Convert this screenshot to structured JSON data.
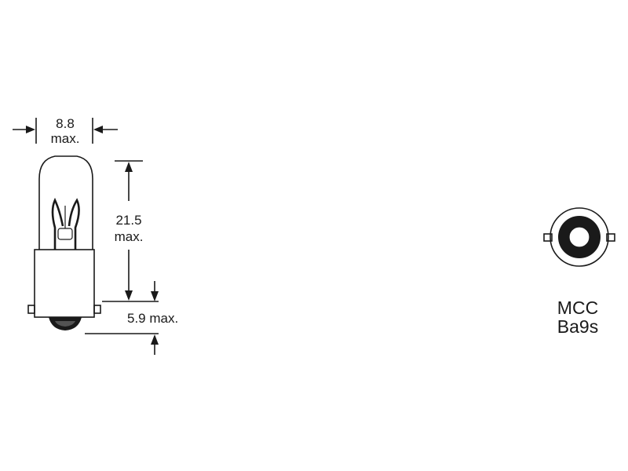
{
  "dimensions": {
    "width": {
      "value": "8.8",
      "note": "max."
    },
    "height": {
      "value": "21.5",
      "note": "max."
    },
    "base": {
      "label": "5.9 max."
    }
  },
  "base_type": {
    "line1": "MCC",
    "line2": "Ba9s"
  }
}
